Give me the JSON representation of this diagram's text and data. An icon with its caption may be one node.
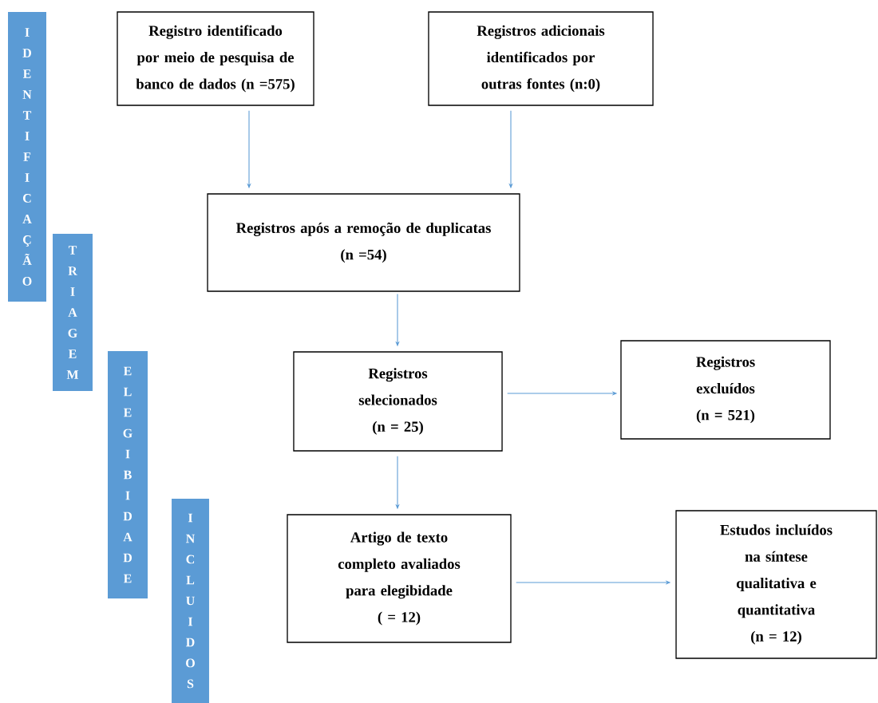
{
  "diagram": {
    "nodes": [
      {
        "text": [
          "IDENTIFICAÇÃO"
        ]
      },
      {
        "text": [
          "TRIAGEM"
        ]
      },
      {
        "text": [
          "ELEGIBIDADE"
        ]
      },
      {
        "text": [
          "INCLUIDOS"
        ]
      },
      {
        "text": [
          "Registro identificado por meio de pesquisa de banco de dados (n =575)"
        ]
      },
      {
        "text": [
          "Registros adicionais identificados por outras fontes (n:0)"
        ]
      },
      {
        "text": [
          "Registros após a remoção de duplicatas",
          "(n =54)"
        ]
      },
      {
        "text": [
          "Registros selecionados",
          "(n = 25)"
        ]
      },
      {
        "text": [
          "Registros excluídos",
          "(n = 521)"
        ]
      },
      {
        "text": [
          "Artigo de texto completo avaliados para elegibidade",
          "( = 12)"
        ]
      },
      {
        "text": [
          "Estudos incluídos na síntese qualitativa e quantitativa",
          "(n = 12)"
        ]
      }
    ],
    "edges": [
      {
        "from": 4,
        "to": 6,
        "arrow": "to"
      },
      {
        "from": 5,
        "to": 6,
        "arrow": "to"
      },
      {
        "from": 6,
        "to": 7,
        "arrow": "to"
      },
      {
        "from": 7,
        "to": 8,
        "arrow": "to"
      },
      {
        "from": 7,
        "to": 9,
        "arrow": "to"
      },
      {
        "from": 9,
        "to": 10,
        "arrow": "to"
      }
    ]
  }
}
